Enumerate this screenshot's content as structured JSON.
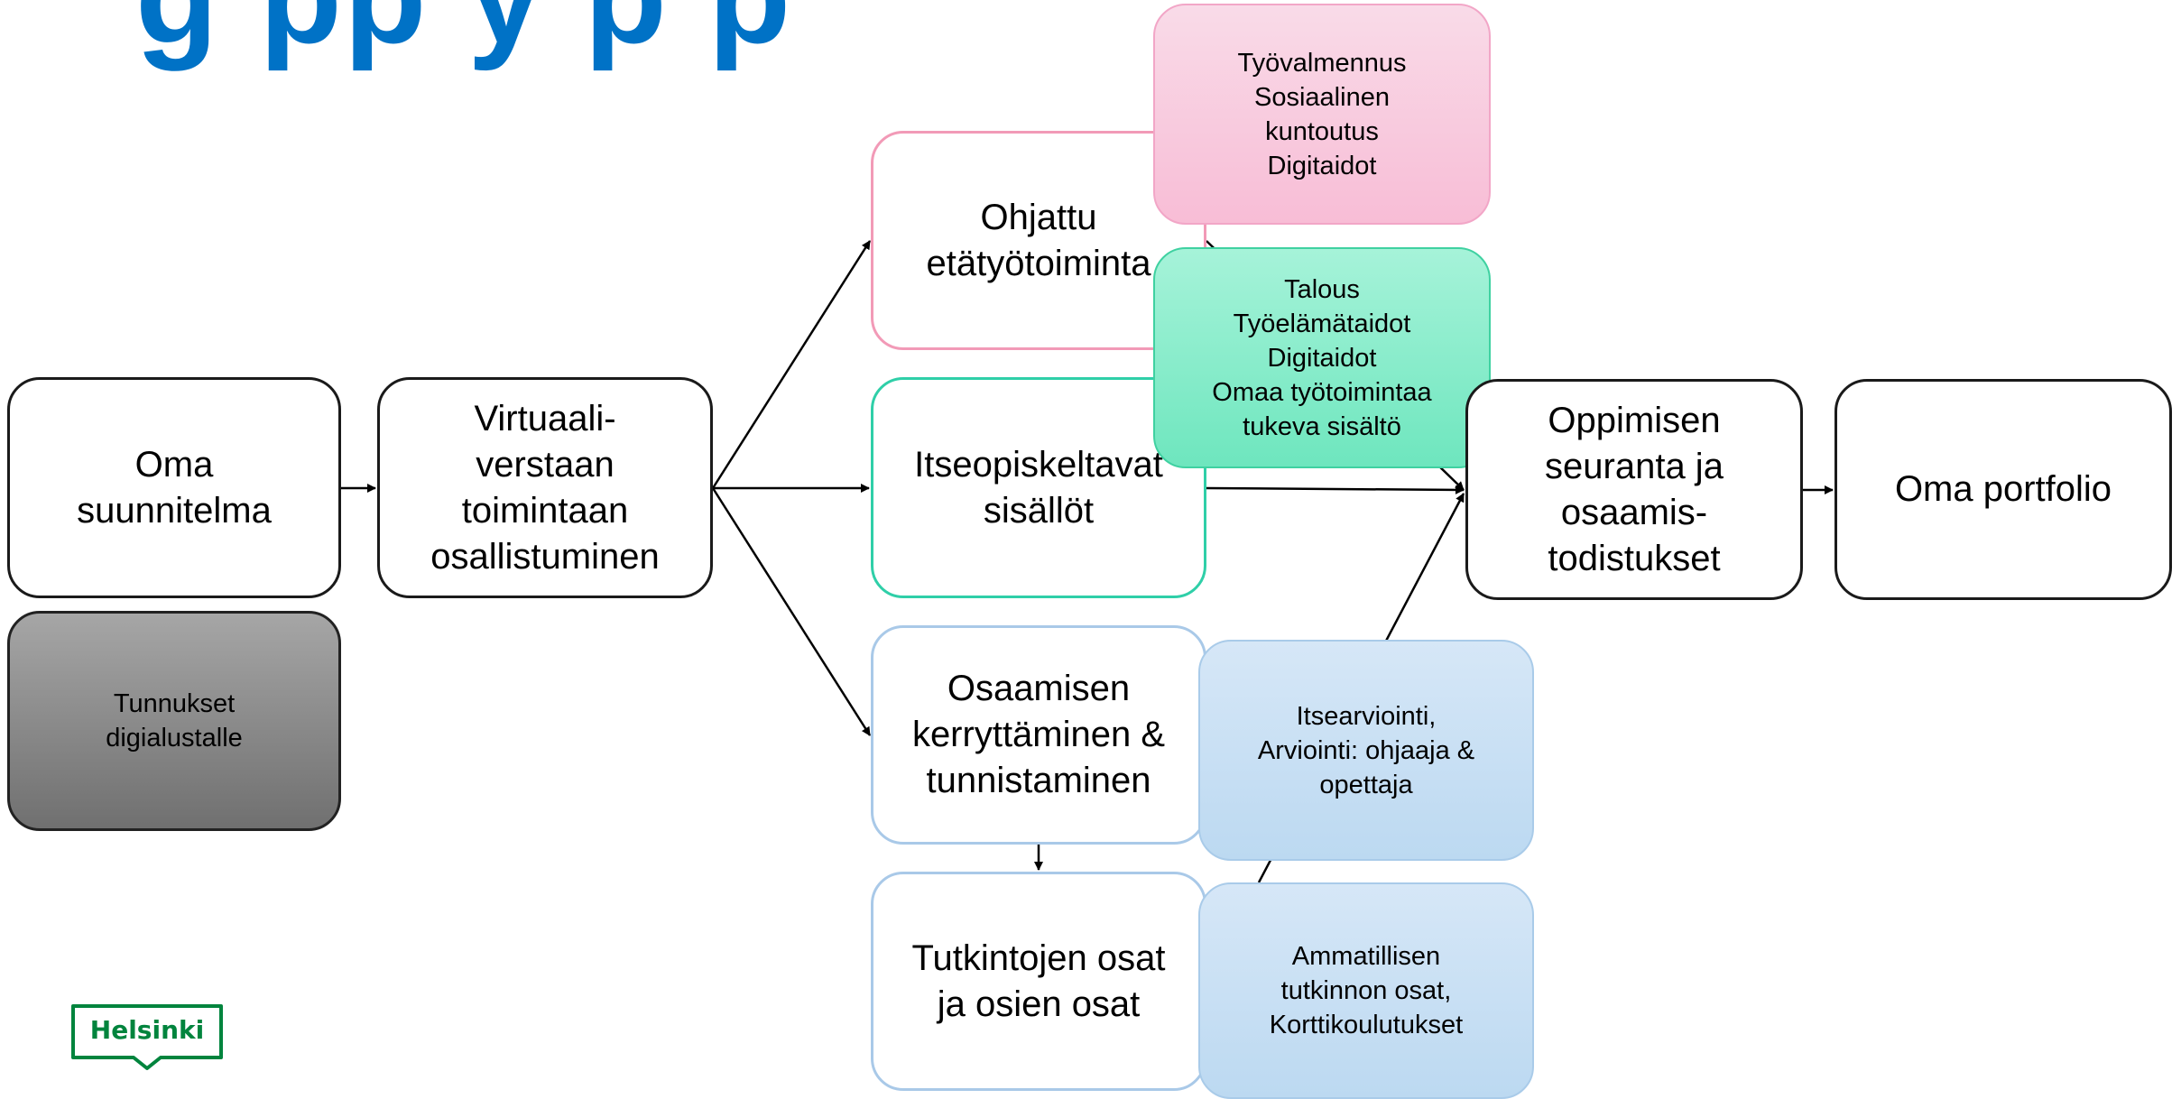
{
  "title": {
    "partial_text": "g  pp  y  p  p"
  },
  "nodes": {
    "oma_suunnitelma": [
      "Oma",
      "suunnitelma"
    ],
    "virtuaaliverstas": [
      "Virtuaali-",
      "verstaan",
      "toimintaan",
      "osallistuminen"
    ],
    "ohjattu": [
      "Ohjattu",
      "etätyötoiminta"
    ],
    "itseopiskeltavat": [
      "Itseopiskeltavat",
      "sisällöt"
    ],
    "osaamisen": [
      "Osaamisen",
      "kerryttäminen &",
      "tunnistaminen"
    ],
    "tutkintojen": [
      "Tutkintojen osat",
      "ja osien osat"
    ],
    "oppimisen": [
      "Oppimisen",
      "seuranta ja",
      "osaamis-",
      "todistukset"
    ],
    "portfolio": [
      "Oma portfolio"
    ],
    "tunnukset": [
      "Tunnukset",
      "digialustalle"
    ],
    "tyovalmennus": [
      "Työvalmennus",
      "Sosiaalinen",
      "kuntoutus",
      "Digitaidot"
    ],
    "talous": [
      "Talous",
      "Työelämätaidot",
      "Digitaidot",
      "Omaa työtoimintaa",
      "tukeva sisältö"
    ],
    "arviointi": [
      "Itsearviointi,",
      "Arviointi: ohjaaja &",
      "opettaja"
    ],
    "ammatillisen": [
      "Ammatillisen",
      "tutkinnon osat,",
      "Korttikoulutukset"
    ]
  },
  "logo": {
    "text": "Helsinki"
  },
  "colors": {
    "title_blue": "#0072c6",
    "pink": "#f8bdd6",
    "green": "#6ee6be",
    "light_blue": "#bcd9f1",
    "gray": "#8c8c8c",
    "logo_green": "#00843d"
  }
}
